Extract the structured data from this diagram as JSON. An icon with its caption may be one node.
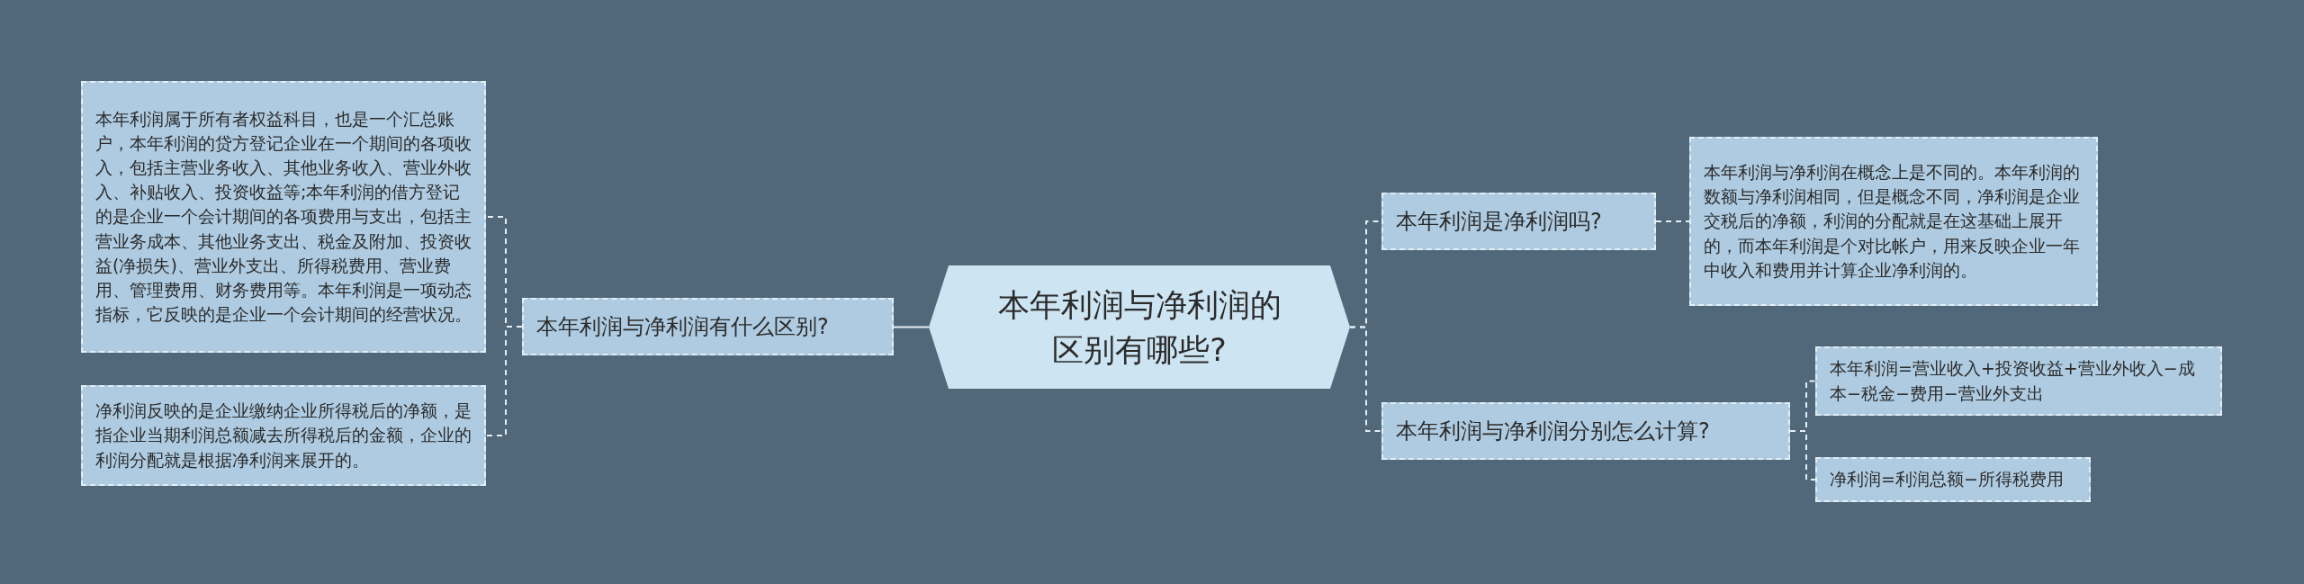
{
  "diagram": {
    "nodes": [
      {
        "text": [
          "本年利润与净利润的区别有哪些?"
        ]
      },
      {
        "text": [
          "本年利润与净利润有什么区别?"
        ]
      },
      {
        "text": [
          "本年利润属于所有者权益科目，也是一个汇总账户，本年利润的贷方登记企业在一个期间的各项收入，包括主营业务收入、其他业务收入、营业外收入、补贴收入、投资收益等;本年利润的借方登记的是企业一个会计期间的各项费用与支出，包括主营业务成本、其他业务支出、税金及附加、投资收益(净损失)、营业外支出、所得税费用、营业费用、管理费用、财务费用等。本年利润是一项动态指标，它反映的是企业一个会计期间的经营状况。"
        ]
      },
      {
        "text": [
          "净利润反映的是企业缴纳企业所得税后的净额，是指企业当期利润总额减去所得税后的金额，企业的利润分配就是根据净利润来展开的。"
        ]
      },
      {
        "text": [
          "本年利润是净利润吗?"
        ]
      },
      {
        "text": [
          "本年利润与净利润在概念上是不同的。本年利润的数额与净利润相同，但是概念不同，净利润是企业交税后的净额，利润的分配就是在这基础上展开的，而本年利润是个对比帐户，用来反映企业一年中收入和费用并计算企业净利润的。"
        ]
      },
      {
        "text": [
          "本年利润与净利润分别怎么计算?"
        ]
      },
      {
        "text": [
          "本年利润=营业收入+投资收益+营业外收入−成本−税金−费用−营业外支出"
        ]
      },
      {
        "text": [
          "净利润=利润总额−所得税费用"
        ]
      }
    ],
    "edges": [
      {
        "from": 0,
        "to": 1,
        "arrow": "none"
      },
      {
        "from": 1,
        "to": 2,
        "arrow": "none",
        "style": "dashed"
      },
      {
        "from": 1,
        "to": 3,
        "arrow": "none",
        "style": "dashed"
      },
      {
        "from": 0,
        "to": 4,
        "arrow": "none",
        "style": "dashed"
      },
      {
        "from": 0,
        "to": 6,
        "arrow": "none",
        "style": "dashed"
      },
      {
        "from": 4,
        "to": 5,
        "arrow": "none",
        "style": "dashed"
      },
      {
        "from": 6,
        "to": 7,
        "arrow": "none",
        "style": "dashed"
      },
      {
        "from": 6,
        "to": 8,
        "arrow": "none",
        "style": "dashed"
      }
    ]
  }
}
